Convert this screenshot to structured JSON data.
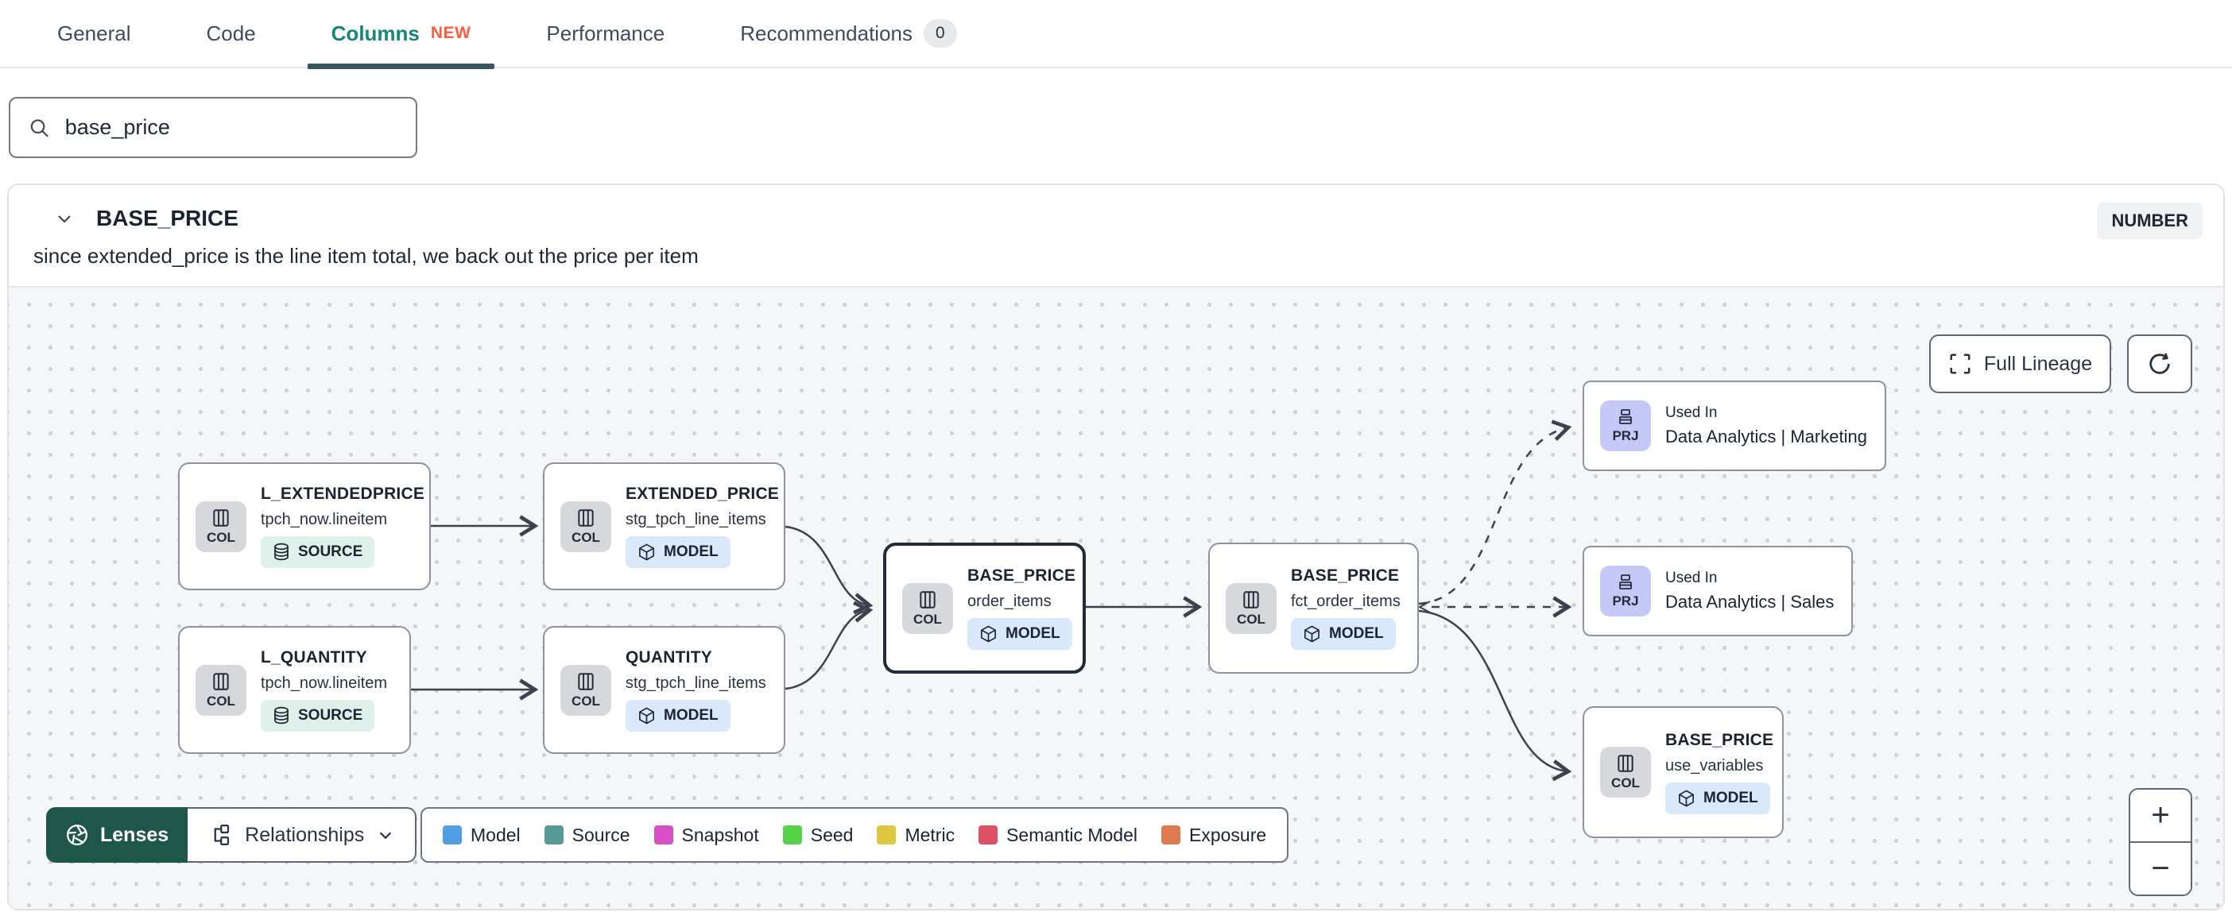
{
  "tabs": {
    "general": "General",
    "code": "Code",
    "columns": "Columns",
    "columns_badge": "NEW",
    "performance": "Performance",
    "recommendations": "Recommendations",
    "recommendations_count": "0"
  },
  "search": {
    "value": "base_price"
  },
  "column_panel": {
    "title": "BASE_PRICE",
    "type_badge": "NUMBER",
    "description": "since extended_price is the line item total, we back out the price per item"
  },
  "lineage": {
    "controls": {
      "full_lineage": "Full Lineage",
      "zoom_in": "+",
      "zoom_out": "−"
    },
    "toolbar": {
      "lenses": "Lenses",
      "relationships": "Relationships"
    },
    "legend": [
      {
        "label": "Model",
        "color": "#4f9ee3"
      },
      {
        "label": "Source",
        "color": "#579a96"
      },
      {
        "label": "Snapshot",
        "color": "#d94fc5"
      },
      {
        "label": "Seed",
        "color": "#57d148"
      },
      {
        "label": "Metric",
        "color": "#dec63e"
      },
      {
        "label": "Semantic Model",
        "color": "#e05063"
      },
      {
        "label": "Exposure",
        "color": "#df7a4f"
      }
    ],
    "nodes": [
      {
        "chip": "COL",
        "title": "L_EXTENDEDPRICE",
        "subtitle": "tpch_now.lineitem",
        "badge": "SOURCE"
      },
      {
        "chip": "COL",
        "title": "L_QUANTITY",
        "subtitle": "tpch_now.lineitem",
        "badge": "SOURCE"
      },
      {
        "chip": "COL",
        "title": "EXTENDED_PRICE",
        "subtitle": "stg_tpch_line_items",
        "badge": "MODEL"
      },
      {
        "chip": "COL",
        "title": "QUANTITY",
        "subtitle": "stg_tpch_line_items",
        "badge": "MODEL"
      },
      {
        "chip": "COL",
        "title": "BASE_PRICE",
        "subtitle": "order_items",
        "badge": "MODEL"
      },
      {
        "chip": "COL",
        "title": "BASE_PRICE",
        "subtitle": "fct_order_items",
        "badge": "MODEL"
      },
      {
        "chip": "PRJ",
        "title": "Used In",
        "subtitle": "Data Analytics | Marketing"
      },
      {
        "chip": "PRJ",
        "title": "Used In",
        "subtitle": "Data Analytics | Sales"
      },
      {
        "chip": "COL",
        "title": "BASE_PRICE",
        "subtitle": "use_variables",
        "badge": "MODEL"
      }
    ]
  }
}
